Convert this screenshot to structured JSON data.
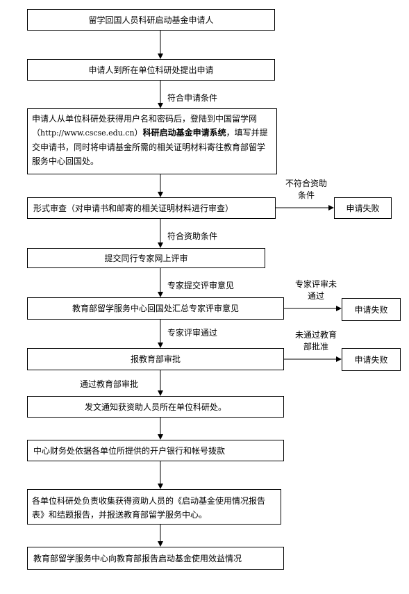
{
  "nodes": {
    "n1": "留学回国人员科研启动基金申请人",
    "n2": "申请人到所在单位科研处提出申请",
    "n3": {
      "part1": "申请人从单位科研处获得用户名和密码后，登陆到中国留学网（",
      "url": "http://www.cscse.edu.cn",
      "part2": "）",
      "bold": "科研启动基金申请系统",
      "part3": "，填写并提交申请书，同时将申请基金所需的相关证明材料寄往教育部留学服务中心回国处。"
    },
    "n4": "形式审查（对申请书和邮寄的相关证明材料进行审查）",
    "n5": "提交同行专家网上评审",
    "n6": "教育部留学服务中心回国处汇总专家评审意见",
    "n7": "报教育部审批",
    "n8": "发文通知获资助人员所在单位科研处。",
    "n9": "中心财务处依据各单位所提供的开户银行和帐号拨款",
    "n10": "各单位科研处负责收集获得资助人员的《启动基金使用情况报告表》和结题报告，并报送教育部留学服务中心。",
    "n11": "教育部留学服务中心向教育部报告启动基金使用效益情况",
    "fail1": "申请失败",
    "fail2": "申请失败",
    "fail3": "申请失败"
  },
  "edge_labels": {
    "e3": "符合申请条件",
    "e5": "符合资助条件",
    "e6": "专家提交评审意见",
    "e7": "专家评审通过",
    "e8": "通过教育部审批",
    "fail1": "不符合资助条件",
    "fail2": "专家评审未通过",
    "fail3": "未通过教育部批准"
  }
}
